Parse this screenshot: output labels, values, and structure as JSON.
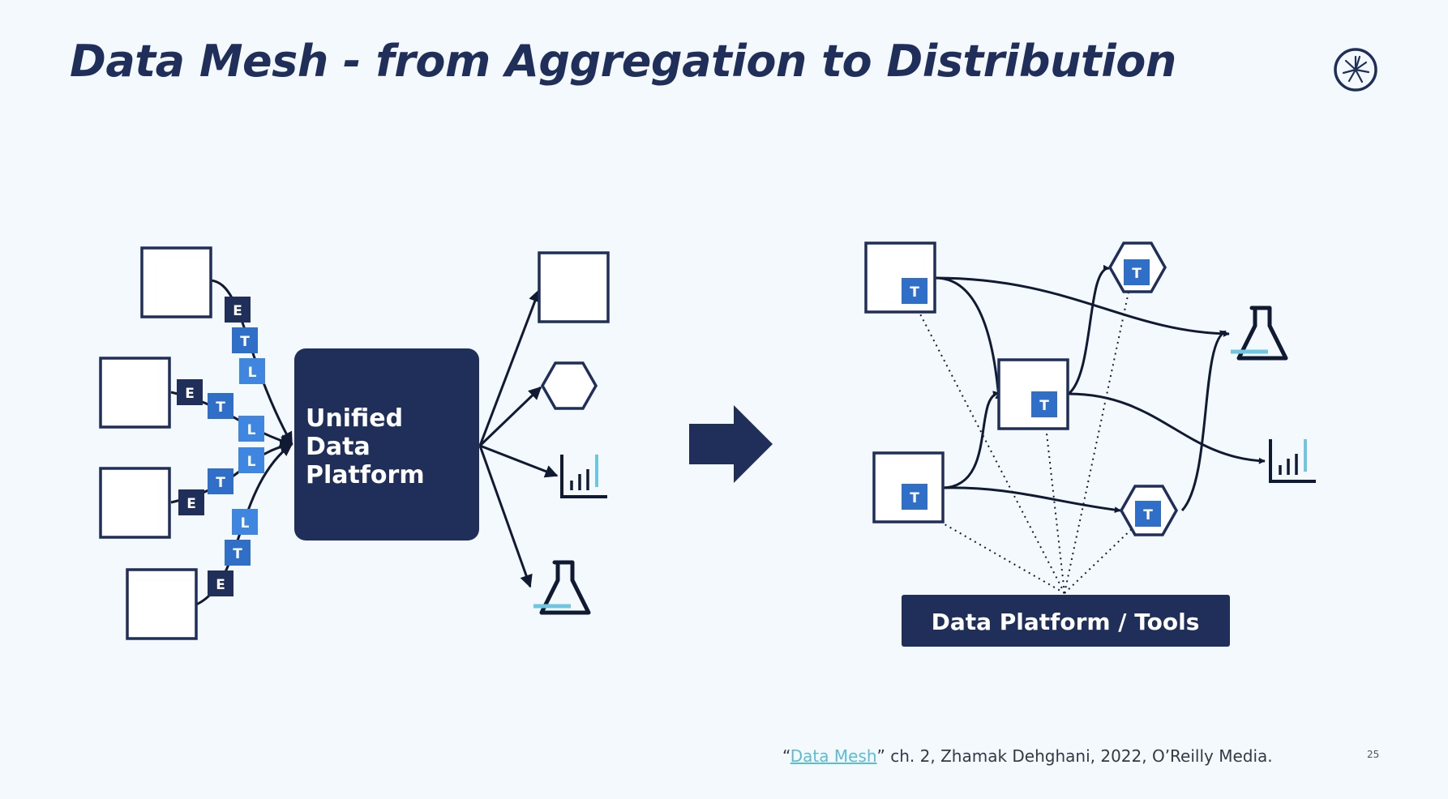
{
  "title": "Data Mesh - from Aggregation to Distribution",
  "logo_icon": "starburst-logo-icon",
  "colors": {
    "navy": "#1f2f5a",
    "blue": "#2f6fc8",
    "light_blue": "#3f86e0",
    "accent": "#6ec6e0",
    "background": "#f4f9fd"
  },
  "left_diagram": {
    "platform_lines": [
      "Unified",
      "Data",
      "Platform"
    ],
    "etl": {
      "e": "E",
      "t": "T",
      "l": "L"
    }
  },
  "right_diagram": {
    "transform_label": "T",
    "platform_label": "Data Platform / Tools"
  },
  "citation": {
    "open_quote": "“",
    "link_text": "Data Mesh",
    "rest": "” ch. 2, Zhamak Dehghani, 2022, O’Reilly Media."
  },
  "page_number": "25"
}
